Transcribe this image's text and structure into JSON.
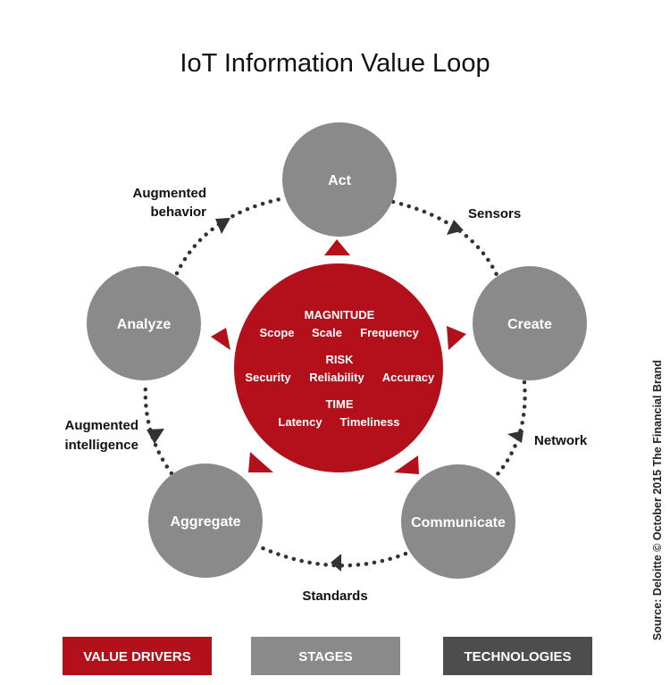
{
  "title": "IoT Information Value Loop",
  "stages": {
    "act": "Act",
    "create": "Create",
    "communicate": "Communicate",
    "aggregate": "Aggregate",
    "analyze": "Analyze"
  },
  "value_drivers": {
    "magnitude": {
      "heading": "MAGNITUDE",
      "items": [
        "Scope",
        "Scale",
        "Frequency"
      ]
    },
    "risk": {
      "heading": "RISK",
      "items": [
        "Security",
        "Reliability",
        "Accuracy"
      ]
    },
    "time": {
      "heading": "TIME",
      "items": [
        "Latency",
        "Timeliness"
      ]
    }
  },
  "technologies": {
    "sensors": "Sensors",
    "network": "Network",
    "standards": "Standards",
    "augmented_intelligence": [
      "Augmented",
      "intelligence"
    ],
    "augmented_behavior": [
      "Augmented",
      "behavior"
    ]
  },
  "legend": {
    "value_drivers": "VALUE DRIVERS",
    "stages": "STAGES",
    "technologies": "TECHNOLOGIES"
  },
  "source": "Source: Deloitte © October 2015 The Financial Brand",
  "colors": {
    "value_drivers": "#b3101b",
    "stages": "#8a8a8a",
    "technologies": "#4d4d4d",
    "dots": "#333333"
  }
}
